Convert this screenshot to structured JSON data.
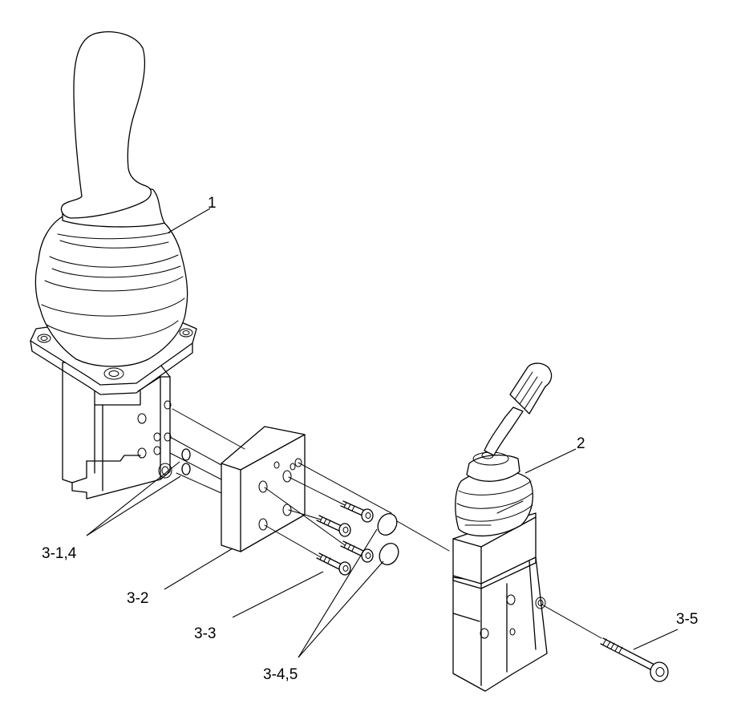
{
  "callouts": {
    "c1": "1",
    "c2": "2",
    "c31_4": "3-1,4",
    "c32": "3-2",
    "c33": "3-3",
    "c34_5": "3-4,5",
    "c35": "3-5"
  }
}
